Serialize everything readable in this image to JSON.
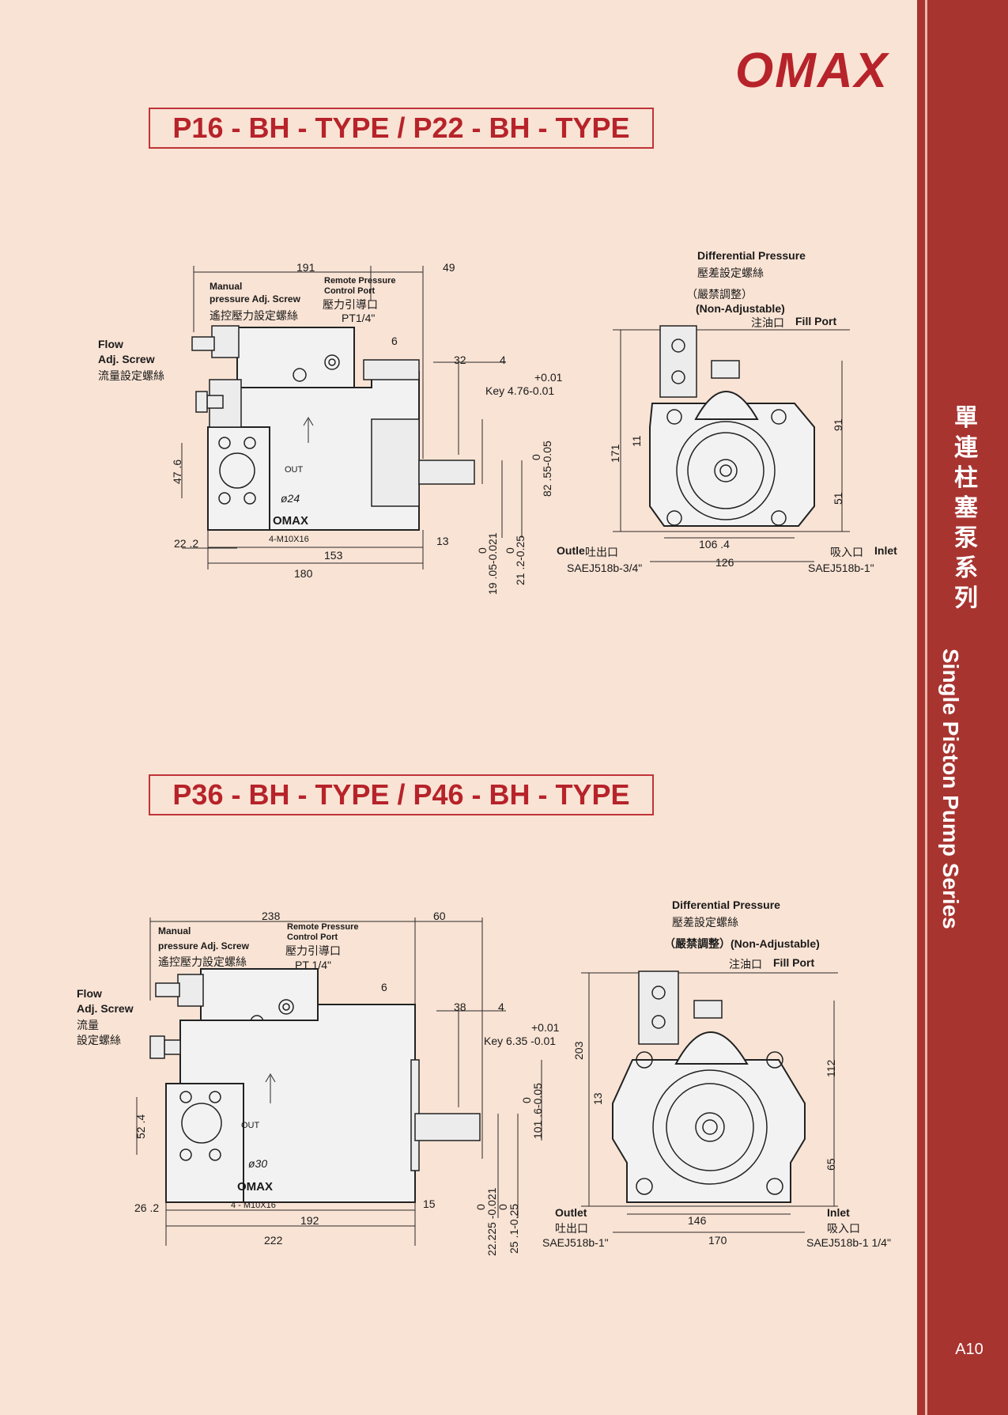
{
  "brand": {
    "logo": "OMAX"
  },
  "sidebar": {
    "zh_title": "單連柱塞泵系列",
    "en_title": "Single Piston Pump Series",
    "page_number": "A10"
  },
  "section1": {
    "title": "P16 - BH - TYPE / P22 - BH - TYPE",
    "side_view": {
      "dim_top_left": "191",
      "dim_top_right": "49",
      "manual_adj_en_1": "Manual",
      "manual_adj_en_2": "pressure Adj. Screw",
      "manual_adj_zh": "遙控壓力設定螺絲",
      "remote_port_en_1": "Remote Pressure",
      "remote_port_en_2": "Control Port",
      "remote_port_zh": "壓力引導口",
      "remote_port_size": "PT1/4\"",
      "flow_en_1": "Flow",
      "flow_en_2": "Adj. Screw",
      "flow_zh": "流量設定螺絲",
      "dim_6": "6",
      "dim_32": "32",
      "dim_4": "4",
      "key_tol": "+0.01",
      "key": "Key 4.76-0.01",
      "dim_47_6": "47 .6",
      "out_label": "OUT",
      "dia": "ø24",
      "bolt": "4-M10X16",
      "dim_22_2": "22 .2",
      "dim_13": "13",
      "dim_153": "153",
      "dim_180": "180",
      "shaft_82": "82 .55-0.05",
      "shaft_82_tol": "0",
      "shaft_19": "19 .05-0.021",
      "shaft_19_tol": "0",
      "shaft_21": "21 .2-0.25",
      "shaft_21_tol": "0",
      "body_logo": "OMAX"
    },
    "front_view": {
      "diff_en": "Differential Pressure",
      "diff_zh": "壓差設定螺絲",
      "non_adj_zh": "（嚴禁調整）",
      "non_adj_en": "(Non-Adjustable)",
      "fill_zh": "注油口",
      "fill_en": "Fill Port",
      "dim_171": "171",
      "dim_11": "11",
      "dim_91": "91",
      "dim_51": "51",
      "outlet_en": "Outle",
      "outlet_zh": "吐出口",
      "outlet_spec": "SAEJ518b-3/4\"",
      "dim_106_4": "106 .4",
      "dim_126": "126",
      "inlet_zh": "吸入口",
      "inlet_en": "Inlet",
      "inlet_spec": "SAEJ518b-1\""
    }
  },
  "section2": {
    "title": "P36 - BH - TYPE / P46 - BH - TYPE",
    "side_view": {
      "dim_top_left": "238",
      "dim_top_right": "60",
      "manual_adj_en_1": "Manual",
      "manual_adj_en_2": "pressure Adj. Screw",
      "manual_adj_zh": "遙控壓力設定螺絲",
      "remote_port_en_1": "Remote Pressure",
      "remote_port_en_2": "Control Port",
      "remote_port_zh": "壓力引導口",
      "remote_port_size": "PT 1/4\"",
      "flow_en_1": "Flow",
      "flow_en_2": "Adj. Screw",
      "flow_zh_1": "流量",
      "flow_zh_2": "設定螺絲",
      "dim_6": "6",
      "dim_38": "38",
      "dim_4": "4",
      "key_tol": "+0.01",
      "key": "Key 6.35 -0.01",
      "dim_52_4": "52 .4",
      "out_label": "OUT",
      "dia": "ø30",
      "bolt": "4 - M10X16",
      "dim_26_2": "26 .2",
      "dim_15": "15",
      "dim_192": "192",
      "dim_222": "222",
      "shaft_101": "101 .6-0.05",
      "shaft_101_tol": "0",
      "shaft_22": "22.225 -0.021",
      "shaft_22_tol": "0",
      "shaft_25": "25 .1-0.25",
      "shaft_25_tol": "0",
      "body_logo": "OMAX"
    },
    "front_view": {
      "diff_en": "Differential Pressure",
      "diff_zh": "壓差設定螺絲",
      "non_adj": "（嚴禁調整）(Non-Adjustable)",
      "fill_zh": "注油口",
      "fill_en": "Fill Port",
      "dim_203": "203",
      "dim_13": "13",
      "dim_112": "112",
      "dim_65": "65",
      "outlet_en": "Outlet",
      "outlet_zh": "吐出口",
      "outlet_spec": "SAEJ518b-1\"",
      "dim_146": "146",
      "dim_170": "170",
      "inlet_en": "Inlet",
      "inlet_zh": "吸入口",
      "inlet_spec": "SAEJ518b-1 1/4\""
    }
  }
}
